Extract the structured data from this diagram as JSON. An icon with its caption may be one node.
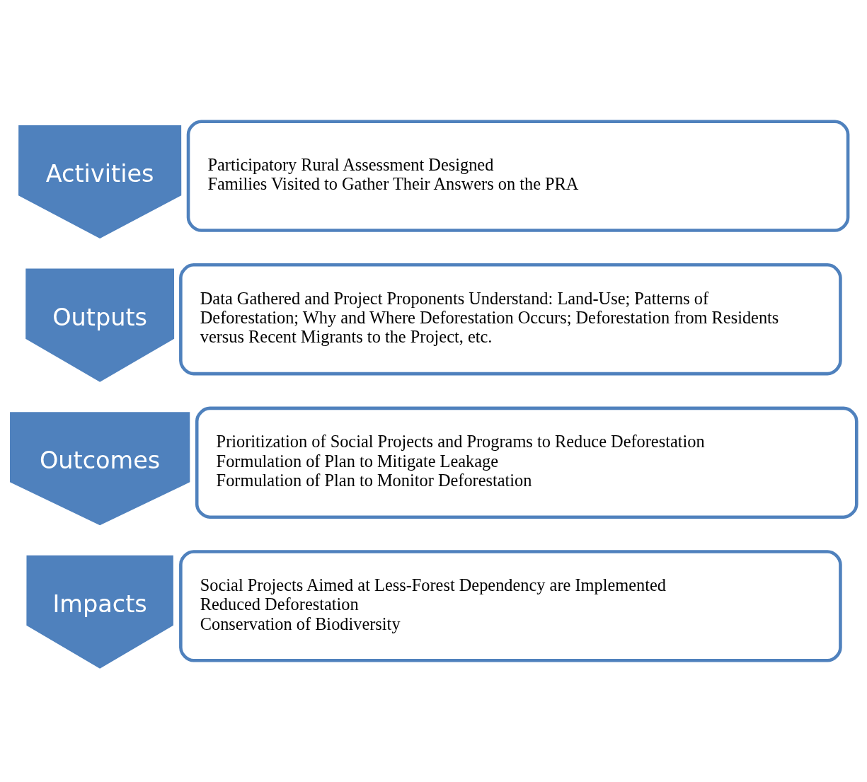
{
  "diagram": {
    "nodes": [
      {
        "text": [
          "Activities"
        ]
      },
      {
        "text": [
          "Participatory Rural Assessment Designed",
          "Families Visited to Gather Their Answers on the PRA"
        ]
      },
      {
        "text": [
          "Outputs"
        ]
      },
      {
        "text": [
          "Data Gathered and Project Proponents Understand: Land-Use; Patterns of Deforestation; Why and Where Deforestation Occurs; Deforestation from Residents versus Recent Migrants to the Project, etc."
        ]
      },
      {
        "text": [
          "Outcomes"
        ]
      },
      {
        "text": [
          "Prioritization of Social Projects and Programs to Reduce Deforestation",
          "Formulation of Plan to Mitigate Leakage",
          "Formulation of Plan to Monitor Deforestation"
        ]
      },
      {
        "text": [
          "Impacts"
        ]
      },
      {
        "text": [
          "Social Projects Aimed at Less-Forest Dependency are Implemented",
          "Reduced Deforestation",
          "Conservation of Biodiversity"
        ]
      }
    ]
  }
}
